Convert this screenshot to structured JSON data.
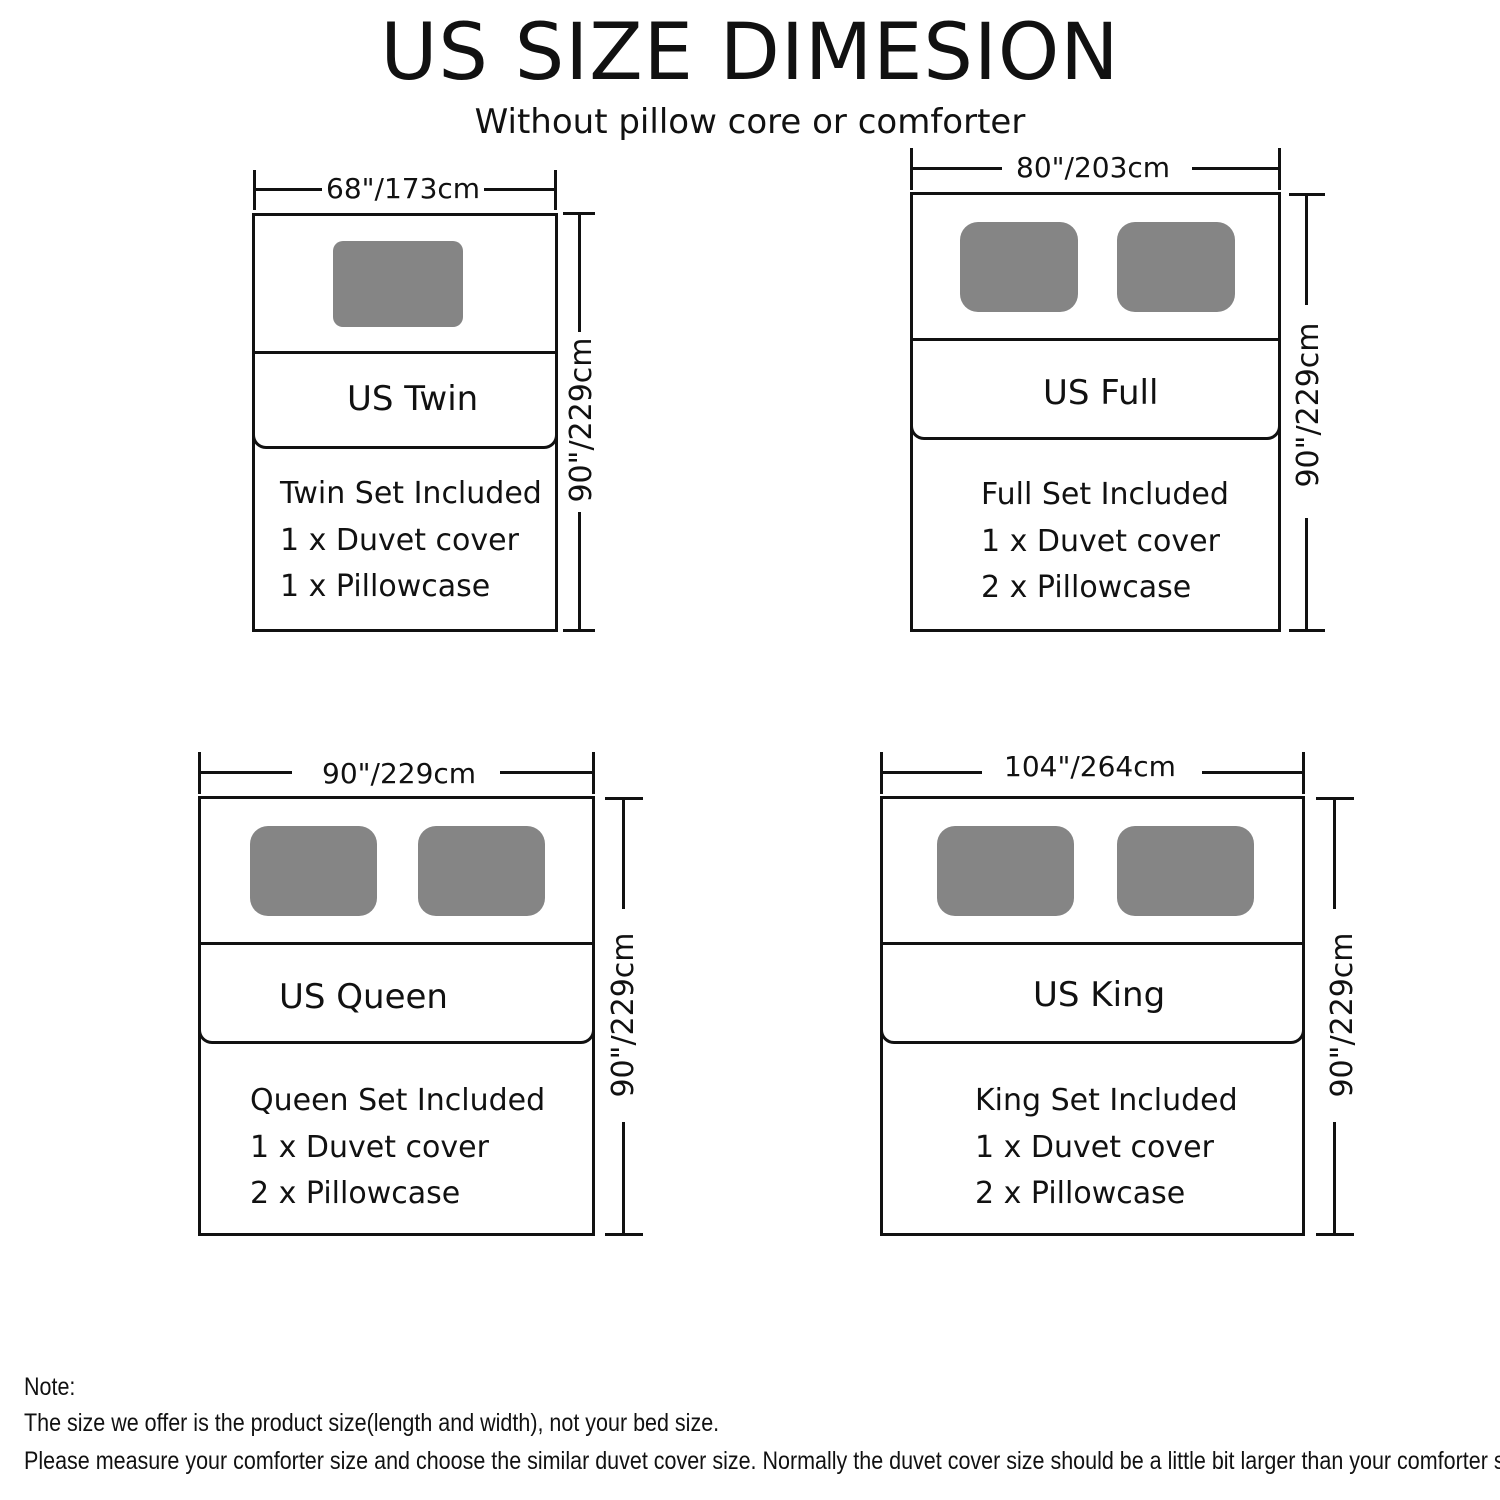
{
  "header": {
    "title": "US SIZE DIMESION",
    "subtitle": "Without pillow core or comforter"
  },
  "beds": [
    {
      "name": "US Twin",
      "width": "68\"/173cm",
      "length": "90\"/229cm",
      "pillows": 1,
      "set_lines": [
        "Twin Set Included",
        "1 x Duvet cover",
        "1 x Pillowcase"
      ]
    },
    {
      "name": "US Full",
      "width": "80\"/203cm",
      "length": "90\"/229cm",
      "pillows": 2,
      "set_lines": [
        "Full Set Included",
        "1 x Duvet cover",
        "2 x Pillowcase"
      ]
    },
    {
      "name": "US Queen",
      "width": "90\"/229cm",
      "length": "90\"/229cm",
      "pillows": 2,
      "set_lines": [
        "Queen Set Included",
        "1 x Duvet cover",
        "2 x Pillowcase"
      ]
    },
    {
      "name": "US King",
      "width": "104\"/264cm",
      "length": "90\"/229cm",
      "pillows": 2,
      "set_lines": [
        "King Set Included",
        "1 x Duvet cover",
        "2 x Pillowcase"
      ]
    }
  ],
  "note": {
    "heading": "Note:",
    "line1": "The size we offer is the product size(length and width), not your bed size.",
    "line2": " Please measure your comforter size and choose the similar duvet cover size. Normally the duvet cover size should be a little bit larger than your comforter size."
  },
  "colors": {
    "pillow": "#858585",
    "outline": "#111111"
  }
}
